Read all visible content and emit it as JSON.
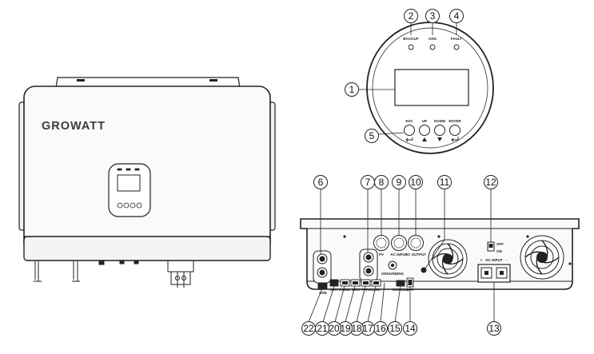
{
  "front_view": {
    "brand": "GROWATT"
  },
  "panel_view": {
    "indicators": [
      "BACKUP",
      "CHG",
      "FAULT"
    ],
    "buttons": [
      "ESC",
      "UP",
      "DOWN",
      "ENTER"
    ],
    "button_icons": [
      "return-icon",
      "up-arrow-icon",
      "down-arrow-icon",
      "enter-icon"
    ],
    "callouts": [
      "1",
      "2",
      "3",
      "4",
      "5"
    ]
  },
  "bottom_view": {
    "labels": {
      "off": "OFF",
      "on": "ON",
      "pv": "PV",
      "ac_input": "AC INPUT",
      "ac_output": "AC OUTPUT",
      "dc_input": "DC INPUT",
      "usb": "USB",
      "bms": "BMS",
      "wifi": "WiFi",
      "rs232": "RS232",
      "modbus": "MODBUS",
      "dry_contact": "DRY",
      "parallel": "PARALLEL",
      "grounding": "GROUNDING",
      "plus": "+",
      "minus": "-"
    },
    "callouts_top": [
      "6",
      "7",
      "8",
      "9",
      "10",
      "11",
      "12"
    ],
    "callouts_bottom": [
      "13",
      "14",
      "15",
      "16",
      "17",
      "18",
      "19",
      "20",
      "21",
      "22"
    ]
  }
}
